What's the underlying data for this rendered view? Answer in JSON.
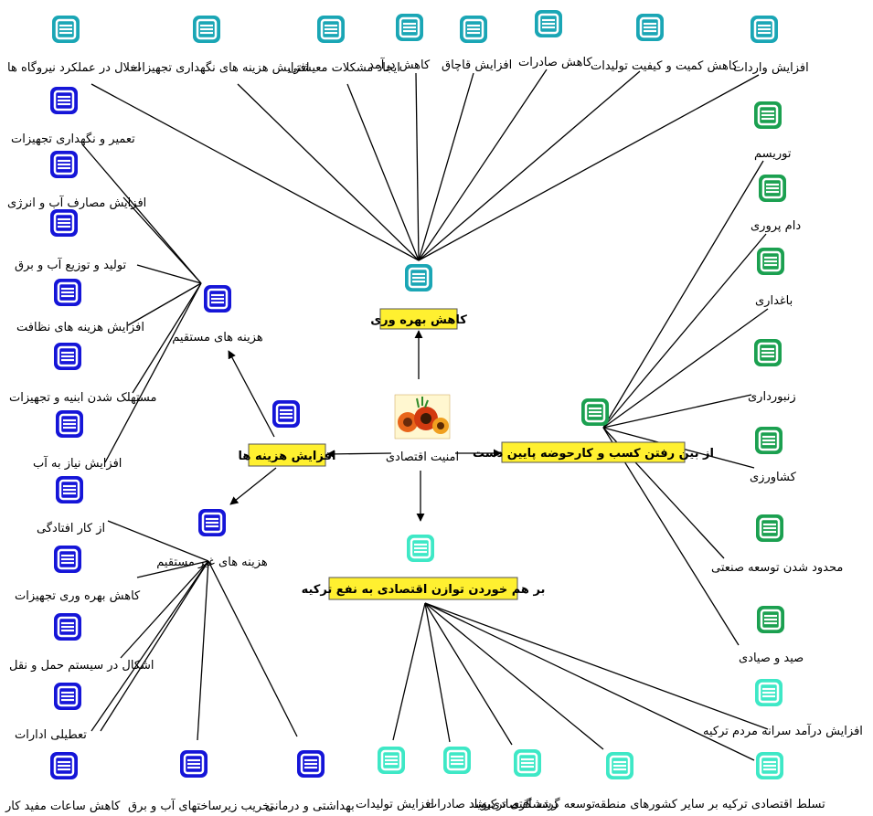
{
  "colors": {
    "teal": "#1AA6B5",
    "green": "#1BA050",
    "aqua": "#3EE8C6",
    "blue": "#1515D8",
    "highlight": "#FFF030"
  },
  "root": {
    "label": "امنیت اقتصادی",
    "icon": "flower-logo-icon"
  },
  "branches": {
    "productivity": "کاهش بهره وری",
    "business": "از بین رفتن کسب و کارحوضه پایین دست",
    "balance": "بر هم خوردن توازن اقتصادی به نفع ترکیه",
    "costs": "افزایش هزینه ها"
  },
  "sub_branches": {
    "direct": "هزینه های مستقیم",
    "indirect": "هزینه های غیر مستقیم"
  },
  "productivity_items": [
    "اخلال در عملکرد نیروگاه ها",
    "افزایش هزینه های نگهداری تجهیزات",
    "ایجاد مشکلات معیشتی",
    "کاهش درآمد",
    "افزایش قاچاق",
    "کاهش صادرات",
    "کاهش کمیت و کیفیت تولیدات",
    "افزایش واردات"
  ],
  "business_items": [
    "توریسم",
    "دام پروری",
    "باغداری",
    "زنبورداری",
    "کشاورزی",
    "محدود شدن توسعه صنعتی",
    "صید و صیادی"
  ],
  "balance_items": [
    "افزایش درآمد سرانه مردم ترکیه",
    "تسلط اقتصادی ترکیه بر سایر کشورهای منطقه",
    "توسعه گردشگری ترکیه",
    "رشد اقتصادی زیاد",
    "رشد صادرات",
    "افزایش تولیدات"
  ],
  "direct_items": [
    "تعمیر و نگهداری تجهیزات",
    "افزایش مصارف آب و انرژی",
    "تولید و توزیع آب و برق",
    "افزایش هزینه های نظافت",
    "مستهلک شدن ابنیه و تجهیزات",
    "افزایش نیاز به آب"
  ],
  "indirect_items": [
    "از کار افتادگی",
    "کاهش بهره وری تجهیزات",
    "اشکال در سیستم حمل و نقل",
    "تعطیلی ادارات",
    "کاهش ساعات مفید کار",
    "تخریب زیرساختهای آب و برق",
    "بهداشتی و درمانی"
  ]
}
